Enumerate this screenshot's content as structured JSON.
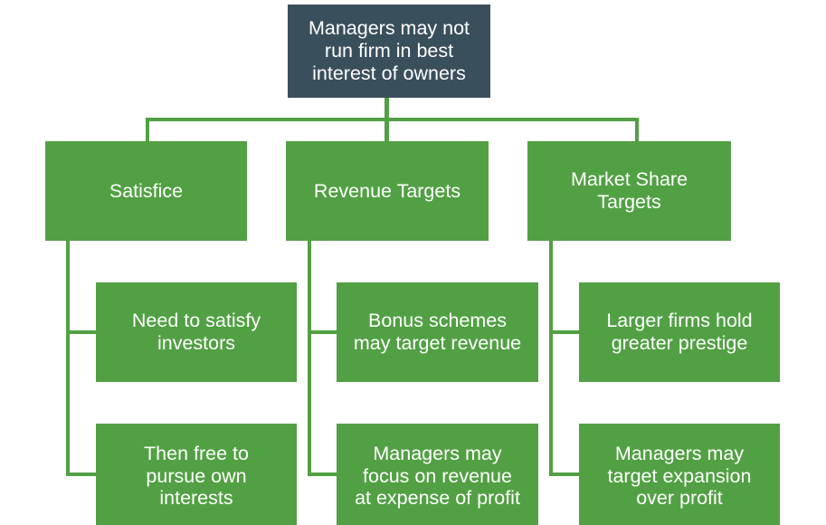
{
  "diagram": {
    "title_node": {
      "label": "Managers may not\nrun firm in best\ninterest of owners"
    },
    "branches": [
      {
        "heading": "Satisfice",
        "children": [
          "Need to satisfy\ninvestors",
          "Then free to\npursue own\ninterests"
        ]
      },
      {
        "heading": "Revenue Targets",
        "children": [
          "Bonus schemes\nmay target revenue",
          "Managers may\nfocus on revenue\nat expense of profit"
        ]
      },
      {
        "heading": "Market Share\nTargets",
        "children": [
          "Larger firms hold\ngreater prestige",
          "Managers may\ntarget expansion\nover profit"
        ]
      }
    ],
    "colors": {
      "root_fill": "#3a4f5c",
      "branch_fill": "#52a044",
      "connector": "#52a044",
      "text": "#ffffff",
      "background": "#ffffff"
    }
  }
}
